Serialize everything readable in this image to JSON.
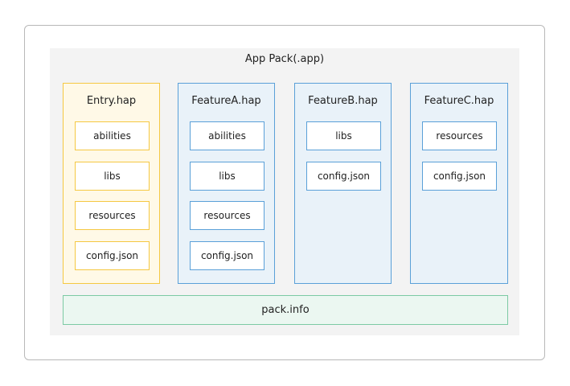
{
  "diagram": {
    "title": "App Pack(.app)",
    "modules": [
      {
        "name": "Entry.hap",
        "kind": "entry",
        "items": [
          "abilities",
          "libs",
          "resources",
          "config.json"
        ]
      },
      {
        "name": "FeatureA.hap",
        "kind": "feature",
        "items": [
          "abilities",
          "libs",
          "resources",
          "config.json"
        ]
      },
      {
        "name": "FeatureB.hap",
        "kind": "feature",
        "items": [
          "libs",
          "config.json"
        ]
      },
      {
        "name": "FeatureC.hap",
        "kind": "feature",
        "items": [
          "resources",
          "config.json"
        ]
      }
    ],
    "footer": "pack.info"
  },
  "colors": {
    "entry_border": "#f5c842",
    "entry_fill": "#fff9e7",
    "feature_border": "#5aa0d8",
    "feature_fill": "#e9f2f9",
    "pack_info_border": "#7ccaa4",
    "pack_info_fill": "#ebf7f1",
    "container_fill": "#f3f3f3"
  }
}
